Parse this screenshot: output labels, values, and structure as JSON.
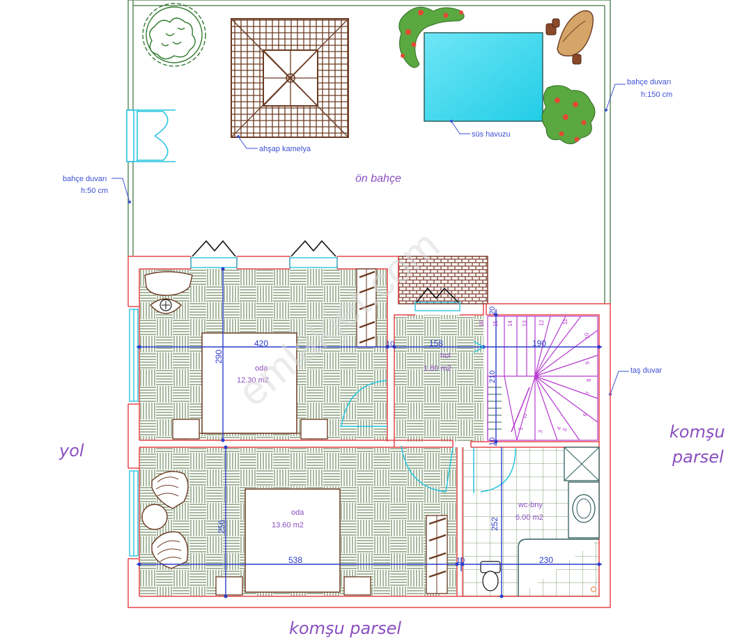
{
  "labels": {
    "garden": "ön bahçe",
    "pergola": "ahşap kamelya",
    "pool": "süs havuzu",
    "wall_right_line1": "bahçe duvarı",
    "wall_right_line2": "h:150 cm",
    "wall_left_line1": "bahçe duvarı",
    "wall_left_line2": "h:50 cm",
    "stone_wall": "taş duvar",
    "road": "yol",
    "neighbor_right_line1": "komşu",
    "neighbor_right_line2": "parsel",
    "neighbor_bottom": "komşu parsel",
    "watermark": "emlakjet.com"
  },
  "rooms": {
    "room1_name": "oda",
    "room1_area": "12.30 m2",
    "hall_name": "hol",
    "hall_area": "1.80 m2",
    "room2_name": "oda",
    "room2_area": "13.60 m2",
    "wc_name": "wc-bny",
    "wc_area": "6.00 m2"
  },
  "dimensions": {
    "d420": "420",
    "d290": "290",
    "d158": "158",
    "d190": "190",
    "d20a": "20",
    "d10a": "10",
    "d210": "210",
    "d10b": "10",
    "d256": "256",
    "d538": "538",
    "d10c": "10",
    "d252": "252",
    "d230": "230"
  },
  "steps": [
    "1",
    "2",
    "3",
    "4",
    "5",
    "6",
    "7",
    "8",
    "9",
    "10",
    "11",
    "12",
    "13",
    "14",
    "15",
    "16"
  ],
  "colors": {
    "wall_red": "#e8454a",
    "garden_wall": "#5e8a5e",
    "dim_blue": "#2a3bc8",
    "cyan": "#27c4e0",
    "stairs": "#b63ad0",
    "label_purple": "#8a4fc0",
    "label_blue": "#3a4fd6",
    "parquet": "#6f8c60",
    "brown": "#6b3a22",
    "pool": "#35d7ee"
  }
}
